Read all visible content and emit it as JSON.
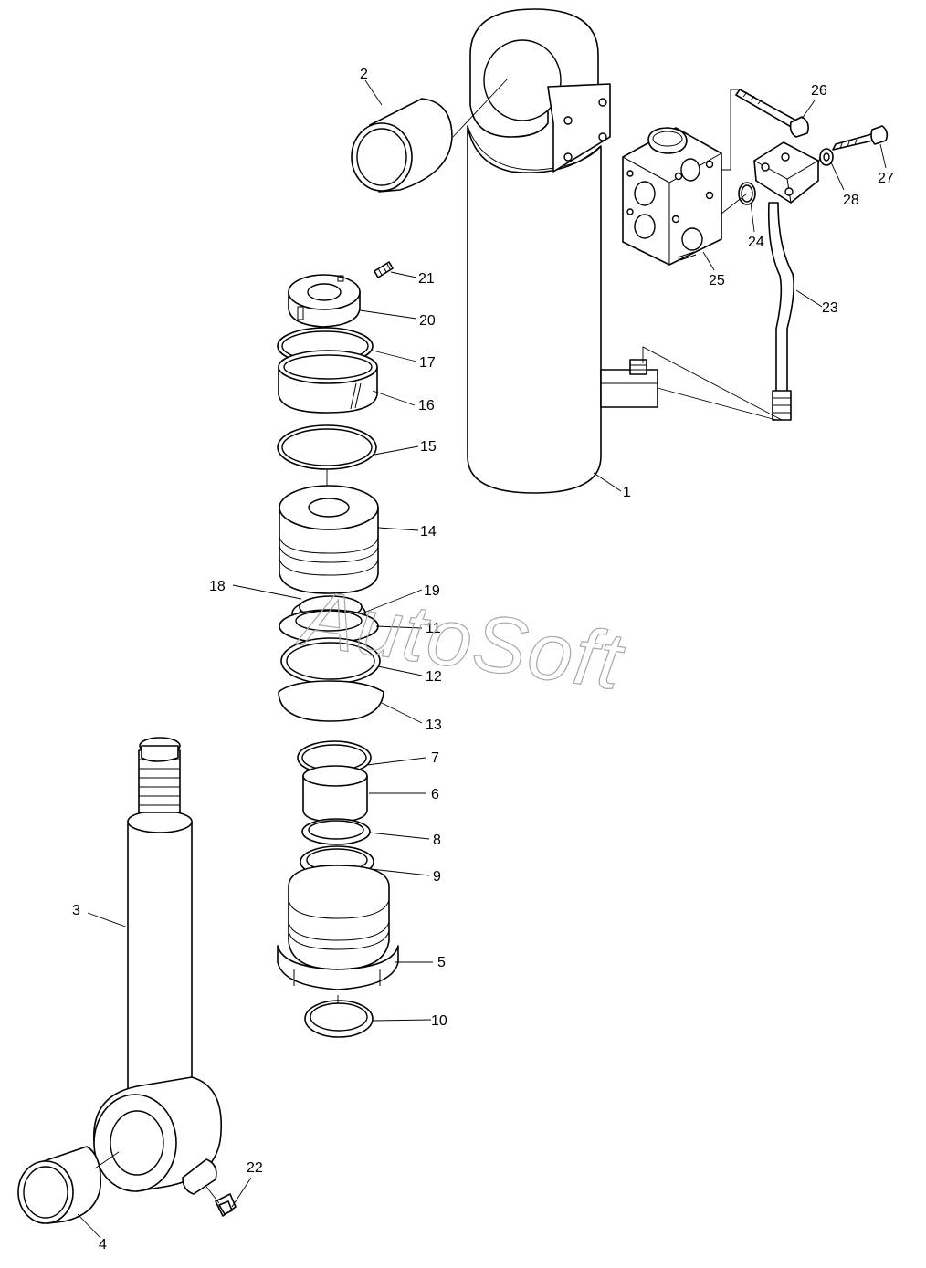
{
  "watermark": {
    "text": "AutoSoft"
  },
  "callouts": [
    {
      "id": "1",
      "label": "1"
    },
    {
      "id": "2",
      "label": "2"
    },
    {
      "id": "3",
      "label": "3"
    },
    {
      "id": "4",
      "label": "4"
    },
    {
      "id": "5",
      "label": "5"
    },
    {
      "id": "6",
      "label": "6"
    },
    {
      "id": "7",
      "label": "7"
    },
    {
      "id": "8",
      "label": "8"
    },
    {
      "id": "9",
      "label": "9"
    },
    {
      "id": "10",
      "label": "10"
    },
    {
      "id": "11",
      "label": "11"
    },
    {
      "id": "12",
      "label": "12"
    },
    {
      "id": "13",
      "label": "13"
    },
    {
      "id": "14",
      "label": "14"
    },
    {
      "id": "15",
      "label": "15"
    },
    {
      "id": "16",
      "label": "16"
    },
    {
      "id": "17",
      "label": "17"
    },
    {
      "id": "18",
      "label": "18"
    },
    {
      "id": "19",
      "label": "19"
    },
    {
      "id": "20",
      "label": "20"
    },
    {
      "id": "21",
      "label": "21"
    },
    {
      "id": "22",
      "label": "22"
    },
    {
      "id": "23",
      "label": "23"
    },
    {
      "id": "24",
      "label": "24"
    },
    {
      "id": "25",
      "label": "25"
    },
    {
      "id": "26",
      "label": "26"
    },
    {
      "id": "27",
      "label": "27"
    },
    {
      "id": "28",
      "label": "28"
    }
  ]
}
